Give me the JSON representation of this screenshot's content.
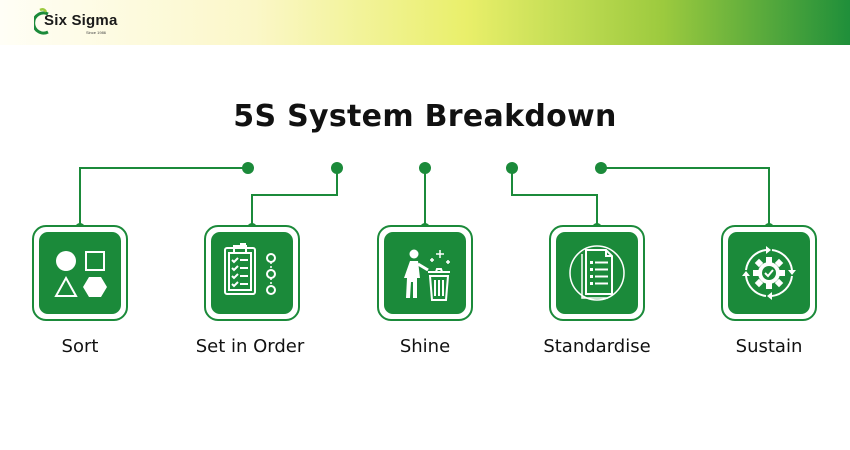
{
  "brand": {
    "name": "Six Sigma",
    "tagline": "Since 1986"
  },
  "title": "5S System Breakdown",
  "steps": [
    {
      "label": "Sort",
      "icon": "shapes-icon"
    },
    {
      "label": "Set in Order",
      "icon": "clipboard-checklist-icon"
    },
    {
      "label": "Shine",
      "icon": "person-cleaning-bin-icon"
    },
    {
      "label": "Standardise",
      "icon": "document-stack-icon"
    },
    {
      "label": "Sustain",
      "icon": "gear-cycle-icon"
    }
  ],
  "colors": {
    "accent_green": "#1b8a3a",
    "banner_start": "#fffef6",
    "banner_end": "#1f8f3a",
    "title": "#111111"
  }
}
